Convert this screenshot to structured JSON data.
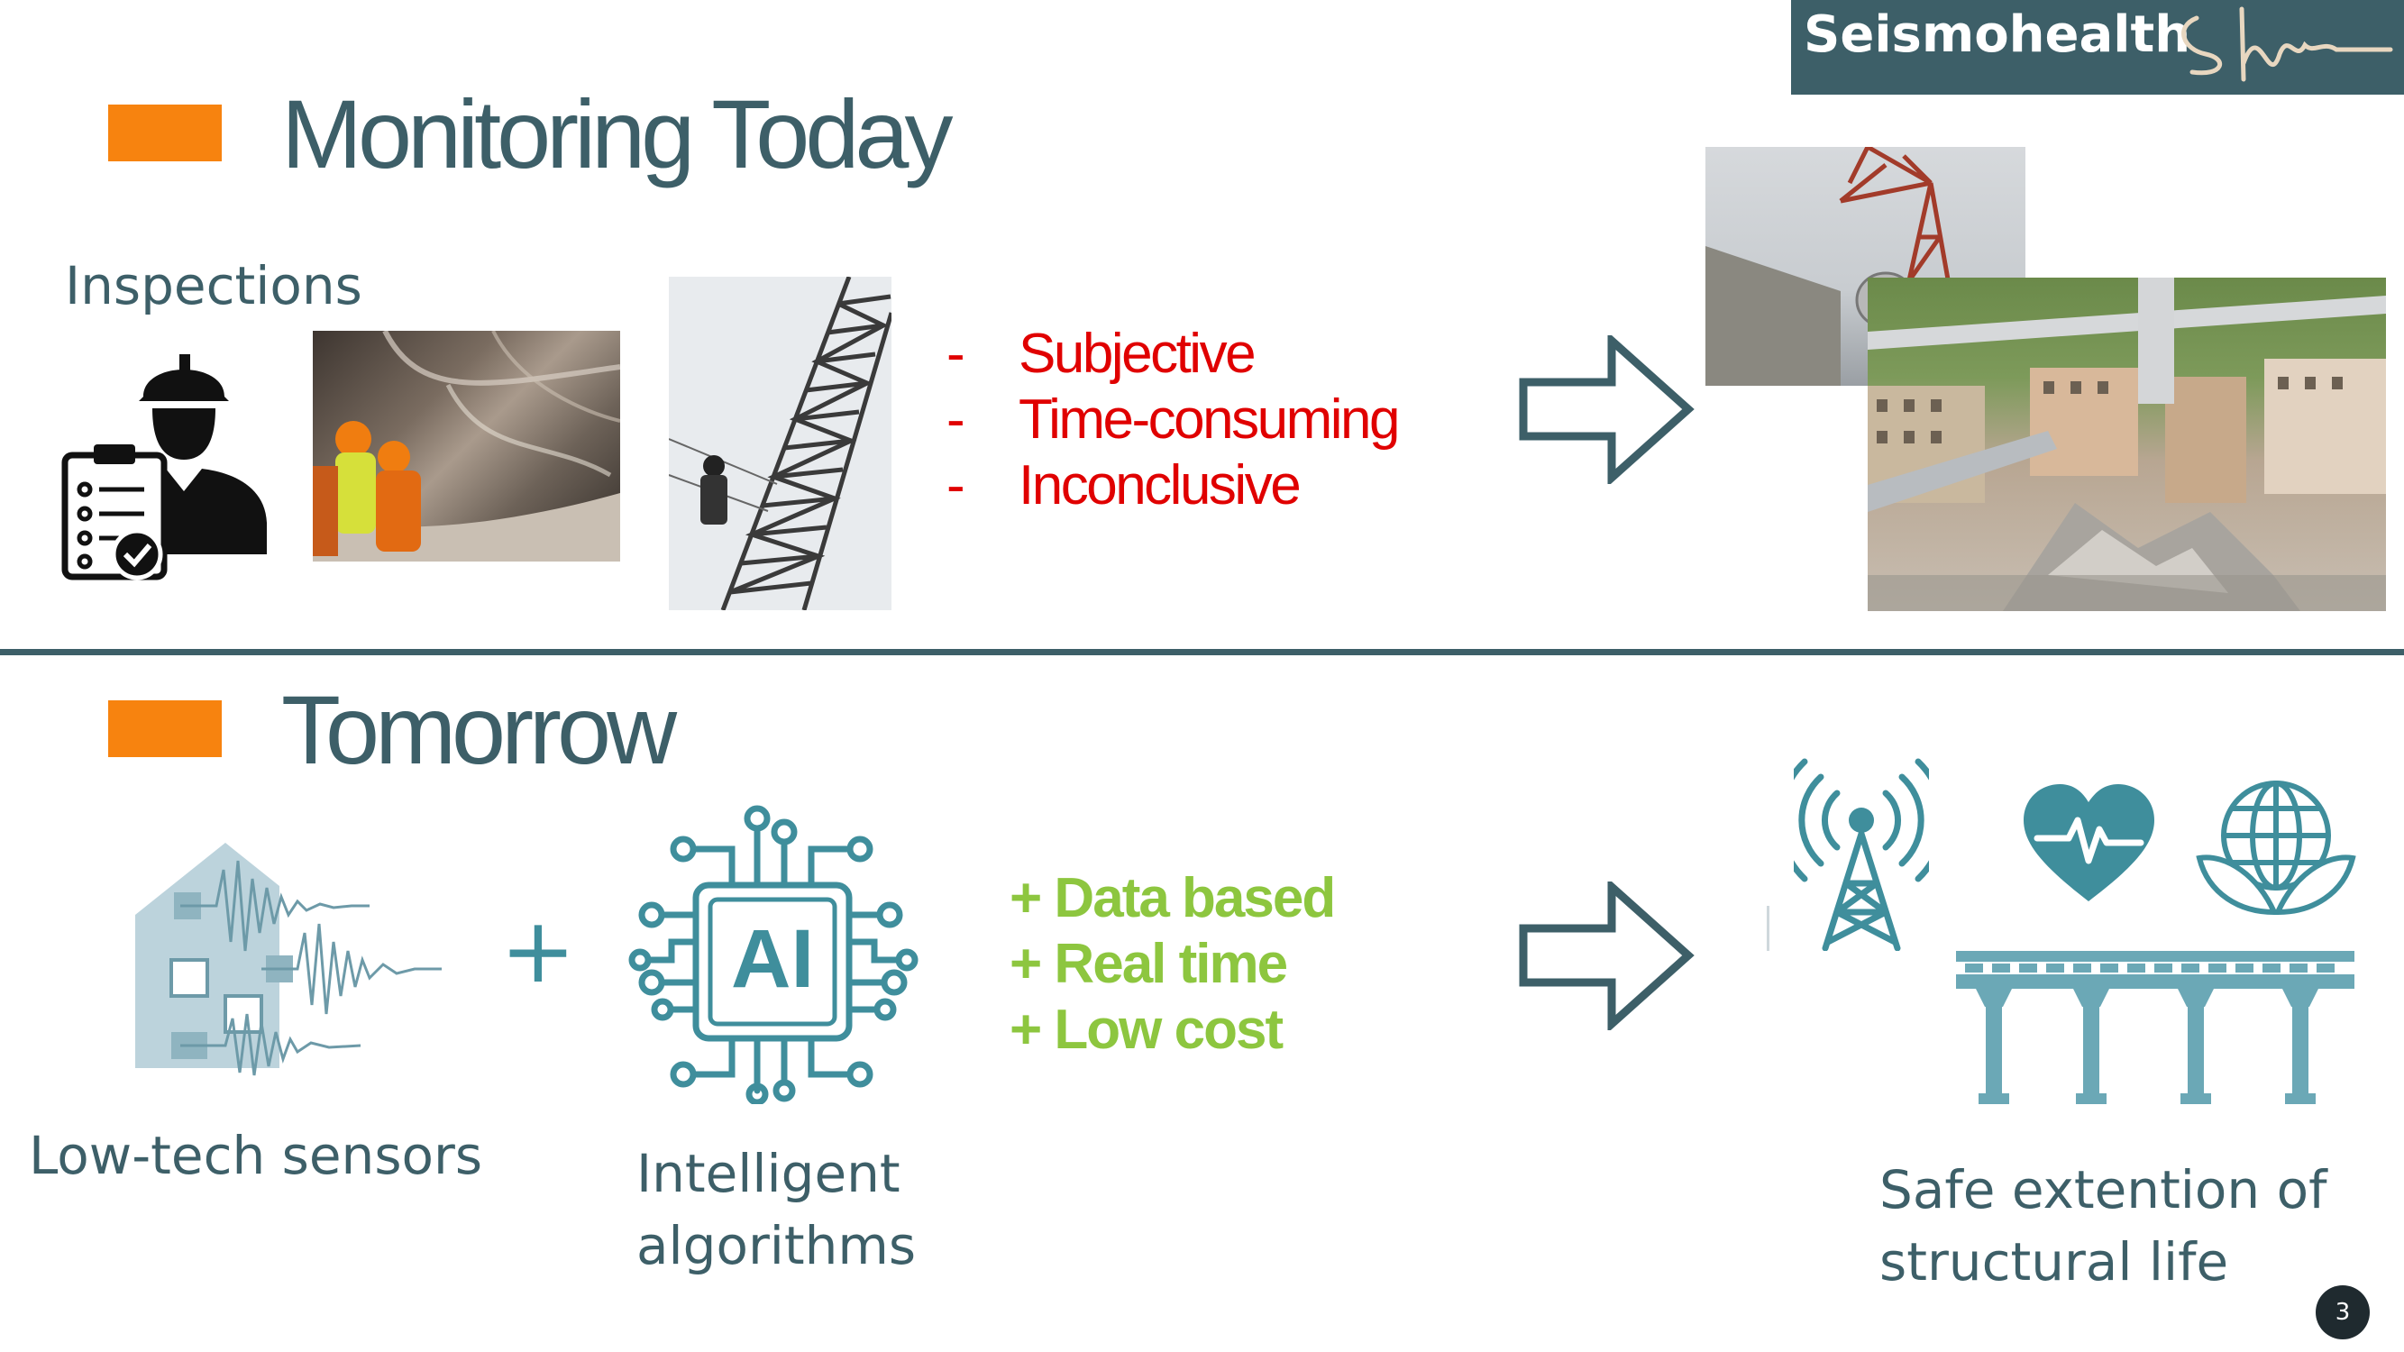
{
  "brand": {
    "name": "Seismohealth",
    "bg_color": "#3d5f68"
  },
  "top_section": {
    "title": "Monitoring Today",
    "inspections_label": "Inspections",
    "drawbacks": [
      "Subjective",
      "Time-consuming",
      "Inconclusive"
    ],
    "bullet_glyph": "-",
    "icons": [
      "inspector-with-clipboard-icon",
      "arrow-right-outline-icon"
    ]
  },
  "bottom_section": {
    "title": "Tomorrow",
    "plus_glyph": "+",
    "sensors_label": "Low-tech sensors",
    "ai_chip_text": "AI",
    "algorithms_label": [
      "Intelligent",
      "algorithms"
    ],
    "benefits": [
      "+ Data based",
      "+ Real time",
      "+ Low cost"
    ],
    "outcome_label": [
      "Safe extention of",
      "structural life"
    ],
    "icons": [
      "house-seismic-sensor-icon",
      "ai-chip-icon",
      "radio-tower-icon",
      "heart-pulse-icon",
      "globe-leaf-icon",
      "bridge-icon"
    ]
  },
  "page_number": "3",
  "colors": {
    "accent_orange": "#f7830f",
    "teal": "#3d5f68",
    "icon_teal": "#3f8e9c",
    "red": "#e00000",
    "green": "#8dc63f"
  }
}
